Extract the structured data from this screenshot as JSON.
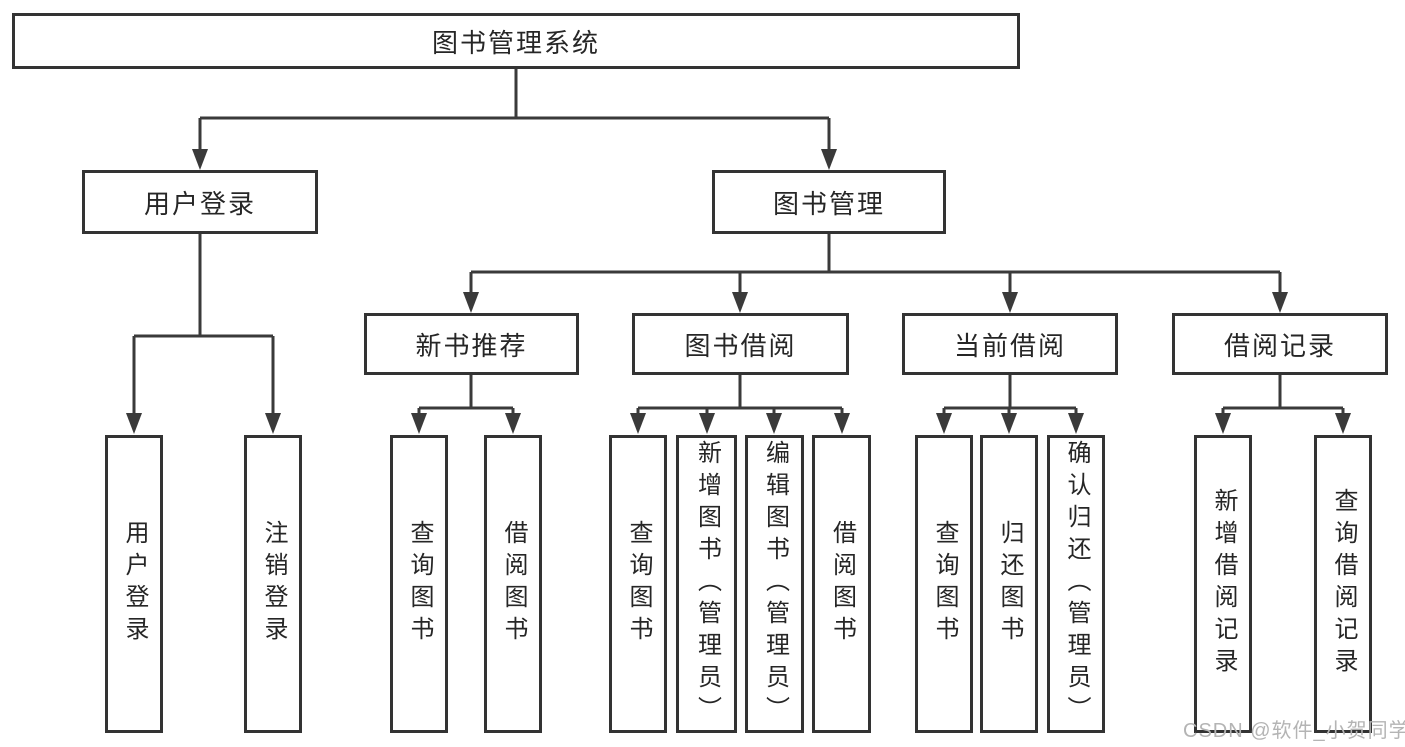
{
  "diagram": {
    "root": {
      "label": "图书管理系统",
      "children": [
        {
          "label": "用户登录",
          "leaves": [
            "用户登录",
            "注销登录"
          ]
        },
        {
          "label": "图书管理",
          "children": [
            {
              "label": "新书推荐",
              "leaves": [
                "查询图书",
                "借阅图书"
              ]
            },
            {
              "label": "图书借阅",
              "leaves": [
                "查询图书",
                "新增图书（管理员）",
                "编辑图书（管理员）",
                "借阅图书"
              ]
            },
            {
              "label": "当前借阅",
              "leaves": [
                "查询图书",
                "归还图书",
                "确认归还（管理员）"
              ]
            },
            {
              "label": "借阅记录",
              "leaves": [
                "新增借阅记录",
                "查询借阅记录"
              ]
            }
          ]
        }
      ]
    }
  },
  "watermark": {
    "text": "CSDN @软件_小贺同学",
    "color": "#b4b4b4"
  },
  "colors": {
    "line": "#3a3a3a",
    "box_border": "#333333",
    "text": "#262626",
    "background": "#ffffff"
  }
}
